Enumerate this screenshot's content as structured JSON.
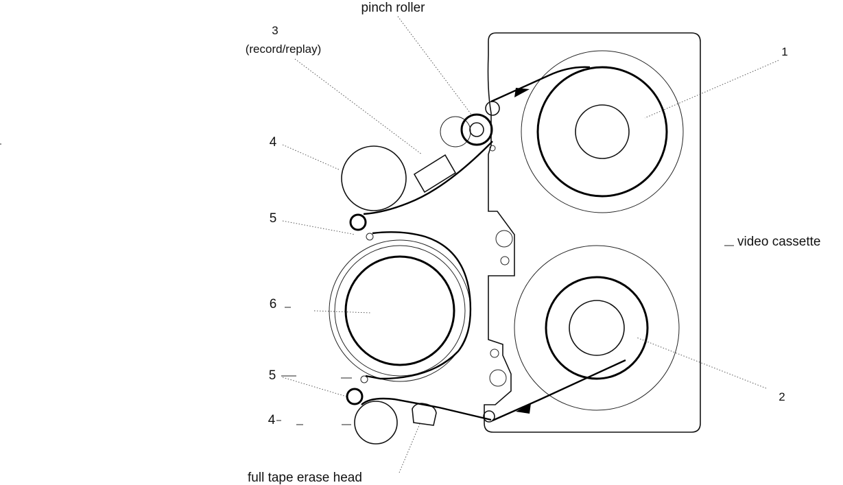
{
  "labels": {
    "pinch_roller": "pinch roller",
    "record_replay_number": "3",
    "record_replay_text": "(record/replay)",
    "one": "1",
    "two": "2",
    "four_top": "4",
    "four_bottom": "4",
    "five_top": "5",
    "five_bottom": "5",
    "six": "6",
    "video_cassette": "video cassette",
    "full_tape_erase_head": "full tape erase head"
  },
  "colors": {
    "line": "#000000",
    "background": "#ffffff"
  }
}
